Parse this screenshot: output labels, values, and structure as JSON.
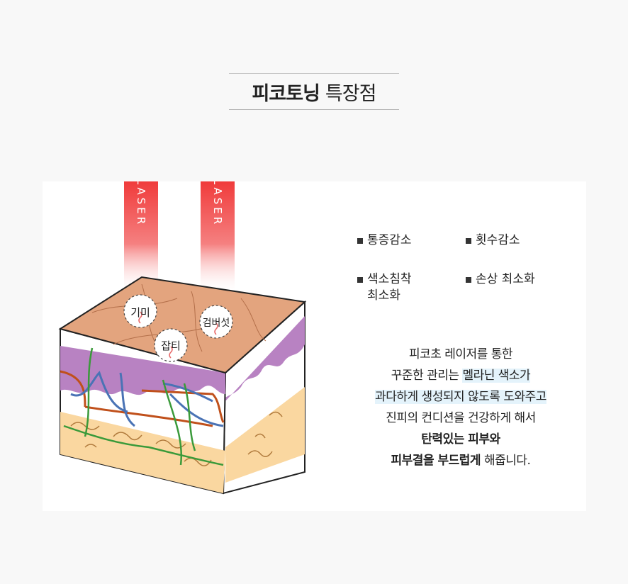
{
  "title": {
    "bold": "피코토닝",
    "light": "특장점"
  },
  "illustration": {
    "laser_label_1": "LASER",
    "laser_label_2": "LASER",
    "spot_1": "기미",
    "spot_2": "검버섯",
    "spot_3": "잡티",
    "colors": {
      "laser": "#f03b3b",
      "skin_top": "#e3a47e",
      "purple_layer": "#b882c2",
      "fat_layer": "#fad7a0"
    }
  },
  "benefits": [
    "통증감소",
    "횟수감소",
    "색소침착\n최소화",
    "손상 최소화"
  ],
  "description": {
    "line1": "피코초 레이저를 통한",
    "line2_a": "꾸준한 관리는 ",
    "line2_hl": "멜라닌 색소가",
    "line3_hl": "과다하게 생성되지 않도록 도와주고",
    "line4": "진피의 컨디션을 건강하게 해서",
    "line5_bold": "탄력있는 피부와",
    "line6_bold": "피부결을 부드럽게",
    "line6_rest": " 해줍니다."
  }
}
